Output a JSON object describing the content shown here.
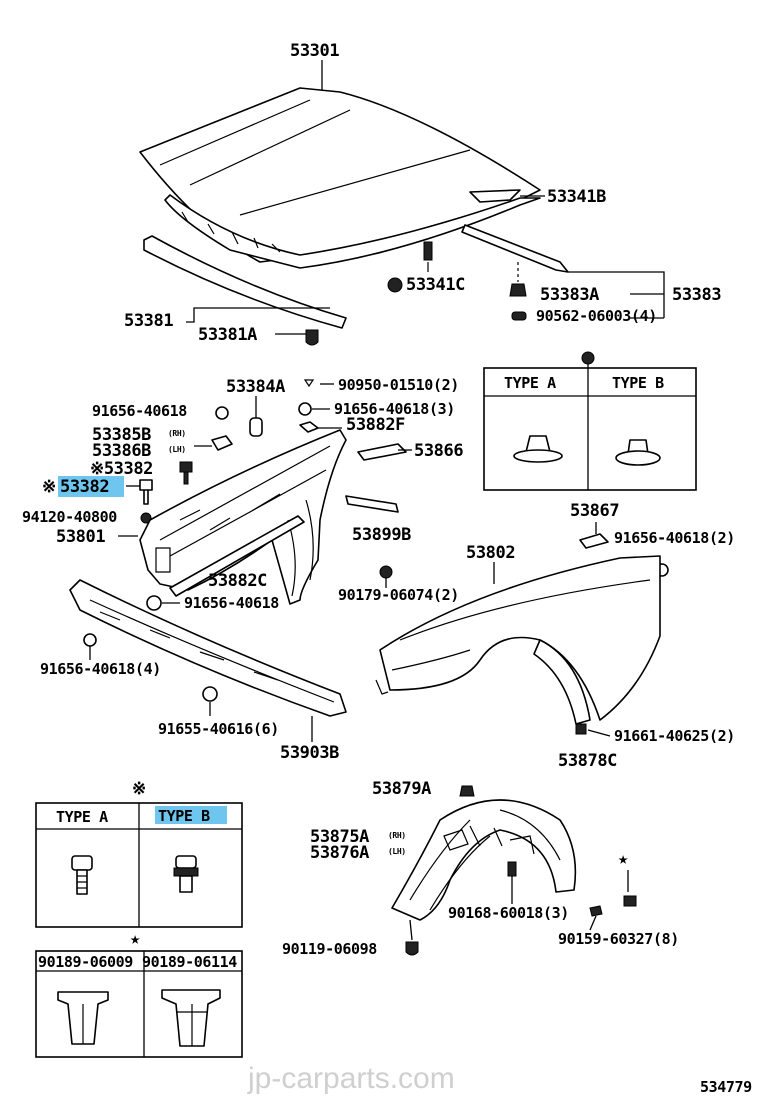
{
  "callouts": {
    "hood": "53301",
    "hood_seal_b": "53341B",
    "cushion_c": "53341C",
    "bracket_a": "53383A",
    "bracket": "53383",
    "bolt_90562": "90562-06003(4)",
    "hood_seal_front": "53381",
    "hood_seal_front_a": "53381A",
    "fender_bracket_a": "53384A",
    "screw_90950": "90950-01510(2)",
    "nut_91656_a": "91656-40618",
    "nut_91656_b": "91656-40618(3)",
    "apron_rh": "53385B",
    "apron_lh": "53386B",
    "rh_tag": "(RH)",
    "lh_tag": "(LH)",
    "stud_note": "※53382",
    "stud_highlight_mark": "※",
    "stud_highlight": "53382",
    "seal_f": "53882F",
    "protector": "53866",
    "bolt_94120": "94120-40800",
    "apron_left": "53801",
    "fender_seal_c": "53882C",
    "nut_91656_c": "91656-40618",
    "seal_b": "53899B",
    "plug_90179": "90179-06074(2)",
    "fender_right": "53802",
    "fender_mark": "53867",
    "nut_91656_d": "91656-40618(2)",
    "nut_91656_e": "91656-40618(4)",
    "screw_91655": "91655-40616(6)",
    "apron_lower": "53903B",
    "screw_91661": "91661-40625(2)",
    "liner_c": "53878C",
    "retainer_a": "53879A",
    "liner_rh": "53875A",
    "liner_lh": "53876A",
    "clip_90168": "90168-60018(3)",
    "clip_90159": "90159-60327(8)",
    "clip_90119": "90119-06098",
    "diagram_number": "534779"
  },
  "clip_table": {
    "type_a": "TYPE A",
    "type_b": "TYPE B"
  },
  "stud_table": {
    "header_mark": "※",
    "type_a": "TYPE A",
    "type_b": "TYPE B"
  },
  "clip_variants": {
    "header_mark": "★",
    "left": "90189-06009",
    "right": "90189-06114"
  },
  "star_marks": {
    "liner": "★"
  },
  "watermark": "jp-carparts.com"
}
